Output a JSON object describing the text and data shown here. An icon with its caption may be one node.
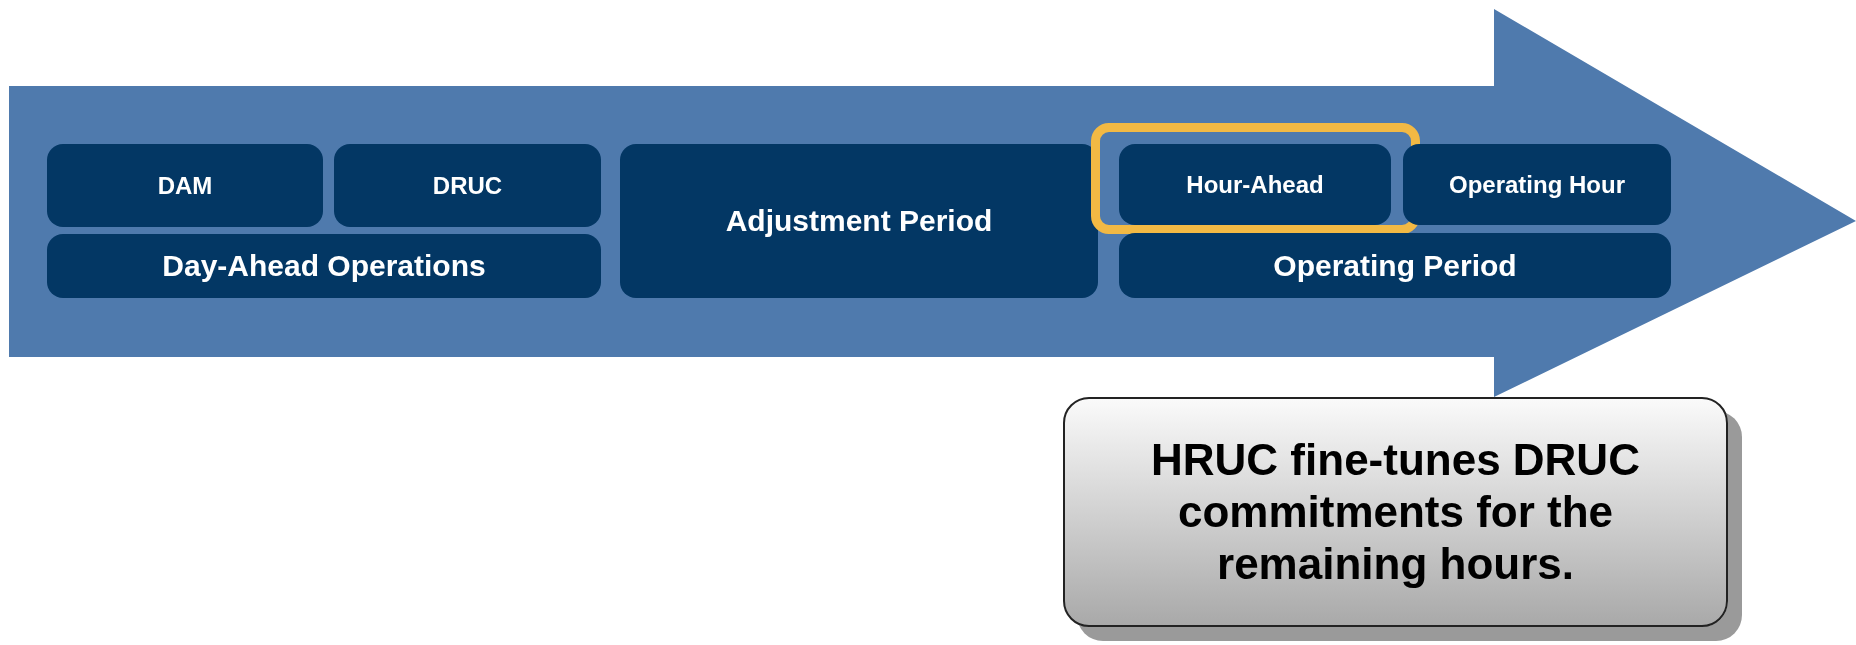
{
  "diagram": {
    "nodes": [
      {
        "text": [
          "DAM"
        ]
      },
      {
        "text": [
          "DRUC"
        ]
      },
      {
        "text": [
          "Day-Ahead Operations"
        ]
      },
      {
        "text": [
          "Adjustment Period"
        ]
      },
      {
        "text": [],
        "shape": "box"
      },
      {
        "text": [
          "Hour-Ahead"
        ],
        "in": 4
      },
      {
        "text": [
          "Operating Hour"
        ]
      },
      {
        "text": [
          "Operating Period"
        ]
      },
      {
        "text": [
          "HRUC fine-tunes DRUC commitments for the remaining hours."
        ]
      }
    ]
  }
}
